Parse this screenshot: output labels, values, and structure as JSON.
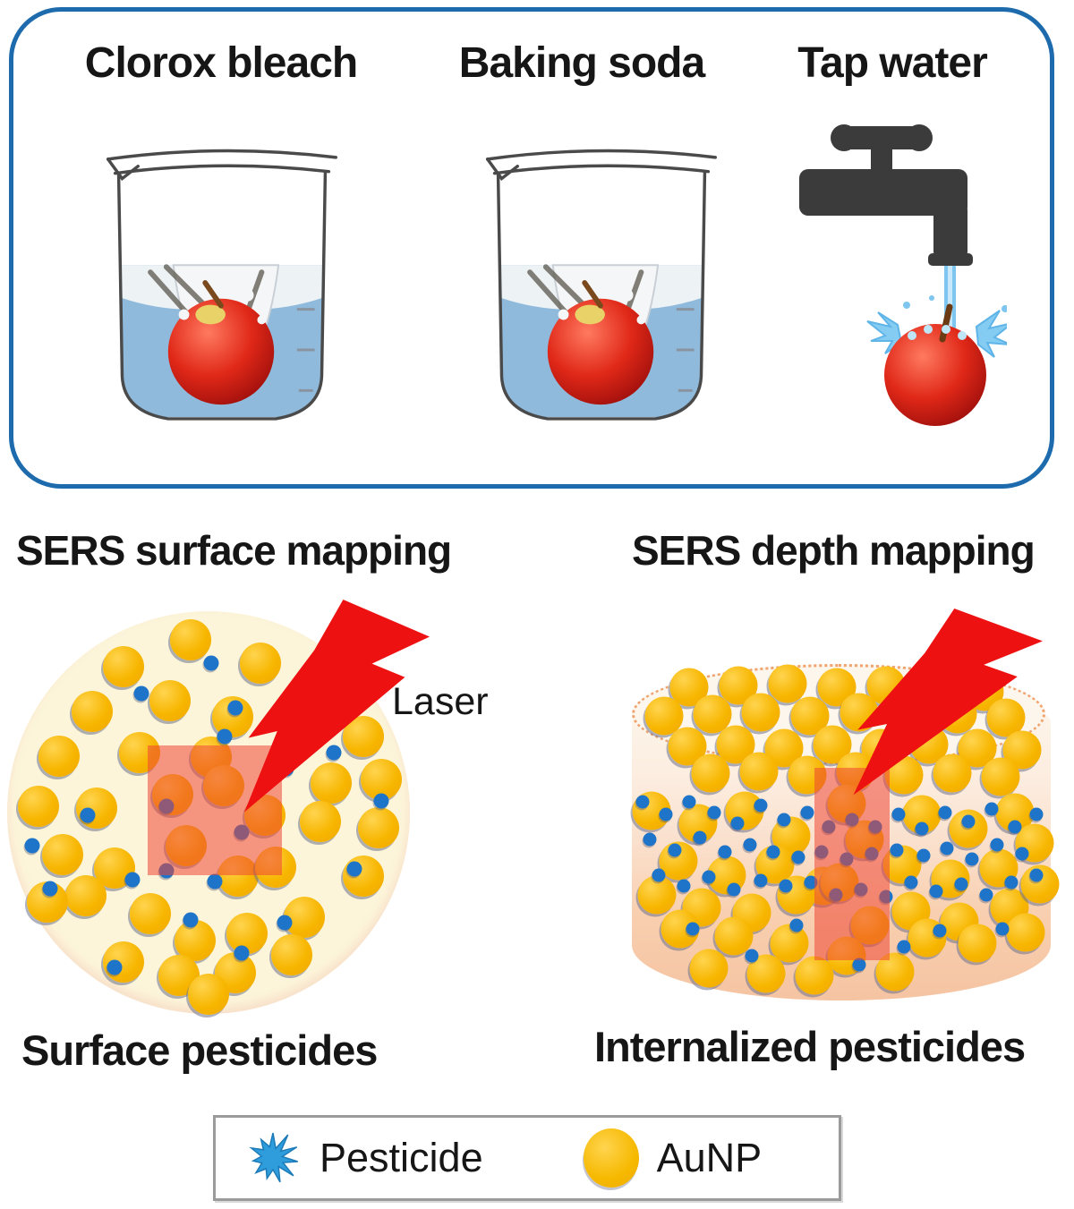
{
  "panel": {
    "methods": [
      {
        "label": "Clorox bleach"
      },
      {
        "label": "Baking soda"
      },
      {
        "label": "Tap water"
      }
    ]
  },
  "surface_section": {
    "title": "SERS surface mapping",
    "laser_label": "Laser",
    "caption": "Surface pesticides"
  },
  "depth_section": {
    "title": "SERS depth mapping",
    "caption": "Internalized pesticides"
  },
  "legend": {
    "pesticide_label": "Pesticide",
    "aunp_label": "AuNP"
  },
  "colors": {
    "panel_border": "#1D6BAD",
    "water_blue": "#8FBADC",
    "faucet_gray": "#3B3B3B",
    "splash_blue": "#7EC6F0",
    "apple_red": "#D42018",
    "aunp_gold": "#F7B600",
    "pesticide_blue": "#1E74C8",
    "laser_red": "#EE1111",
    "laser_zone_red": "rgba(238,68,52,0.54)",
    "surface_cream": "#FCF5DA",
    "apple_flesh_peach": "#F8CFAF"
  },
  "surface_figure": {
    "gold": [
      [
        205,
        32
      ],
      [
        130,
        62
      ],
      [
        283,
        58
      ],
      [
        355,
        88
      ],
      [
        95,
        112
      ],
      [
        182,
        100
      ],
      [
        252,
        118
      ],
      [
        330,
        135
      ],
      [
        398,
        140
      ],
      [
        58,
        162
      ],
      [
        148,
        158
      ],
      [
        228,
        163
      ],
      [
        362,
        192
      ],
      [
        418,
        188
      ],
      [
        35,
        218
      ],
      [
        100,
        220
      ],
      [
        350,
        235
      ],
      [
        415,
        242
      ],
      [
        62,
        272
      ],
      [
        120,
        287
      ],
      [
        88,
        318
      ],
      [
        45,
        325
      ],
      [
        160,
        338
      ],
      [
        332,
        342
      ],
      [
        398,
        296
      ],
      [
        210,
        368
      ],
      [
        268,
        360
      ],
      [
        130,
        392
      ],
      [
        192,
        407
      ],
      [
        255,
        404
      ],
      [
        318,
        384
      ],
      [
        225,
        428
      ],
      [
        185,
        205
      ],
      [
        242,
        195
      ],
      [
        288,
        228
      ],
      [
        200,
        262
      ],
      [
        258,
        296
      ],
      [
        300,
        286
      ]
    ],
    "blue": [
      [
        150,
        92
      ],
      [
        243,
        140
      ],
      [
        312,
        176
      ],
      [
        90,
        228
      ],
      [
        28,
        262
      ],
      [
        140,
        300
      ],
      [
        205,
        345
      ],
      [
        310,
        348
      ],
      [
        262,
        382
      ],
      [
        120,
        398
      ],
      [
        418,
        212
      ],
      [
        388,
        288
      ],
      [
        228,
        58
      ],
      [
        255,
        108
      ],
      [
        365,
        158
      ],
      [
        48,
        310
      ],
      [
        178,
        218
      ],
      [
        262,
        247
      ],
      [
        178,
        290
      ],
      [
        232,
        302
      ]
    ]
  },
  "depth_figure": {
    "gold": [
      [
        70,
        30
      ],
      [
        125,
        28
      ],
      [
        180,
        26
      ],
      [
        235,
        30
      ],
      [
        290,
        28
      ],
      [
        345,
        32
      ],
      [
        400,
        35
      ],
      [
        42,
        62
      ],
      [
        96,
        60
      ],
      [
        150,
        58
      ],
      [
        205,
        62
      ],
      [
        260,
        58
      ],
      [
        315,
        62
      ],
      [
        370,
        60
      ],
      [
        424,
        64
      ],
      [
        68,
        96
      ],
      [
        122,
        94
      ],
      [
        176,
        98
      ],
      [
        230,
        94
      ],
      [
        284,
        98
      ],
      [
        338,
        94
      ],
      [
        392,
        98
      ],
      [
        442,
        100
      ],
      [
        94,
        126
      ],
      [
        148,
        124
      ],
      [
        202,
        128
      ],
      [
        256,
        124
      ],
      [
        310,
        128
      ],
      [
        364,
        126
      ],
      [
        418,
        130
      ],
      [
        28,
        168
      ],
      [
        80,
        182
      ],
      [
        132,
        168
      ],
      [
        184,
        196
      ],
      [
        58,
        224
      ],
      [
        112,
        240
      ],
      [
        166,
        228
      ],
      [
        220,
        252
      ],
      [
        330,
        172
      ],
      [
        382,
        188
      ],
      [
        434,
        170
      ],
      [
        308,
        228
      ],
      [
        362,
        244
      ],
      [
        416,
        232
      ],
      [
        456,
        204
      ],
      [
        246,
        160
      ],
      [
        266,
        200
      ],
      [
        238,
        248
      ],
      [
        272,
        296
      ],
      [
        246,
        330
      ],
      [
        34,
        262
      ],
      [
        84,
        276
      ],
      [
        140,
        282
      ],
      [
        190,
        262
      ],
      [
        318,
        280
      ],
      [
        372,
        292
      ],
      [
        428,
        276
      ],
      [
        462,
        250
      ],
      [
        60,
        300
      ],
      [
        120,
        308
      ],
      [
        182,
        316
      ],
      [
        336,
        310
      ],
      [
        392,
        316
      ],
      [
        446,
        304
      ],
      [
        92,
        344
      ],
      [
        156,
        350
      ],
      [
        210,
        352
      ],
      [
        300,
        348
      ]
    ],
    "blue": [
      [
        18,
        158
      ],
      [
        44,
        172
      ],
      [
        70,
        158
      ],
      [
        98,
        170
      ],
      [
        124,
        182
      ],
      [
        150,
        162
      ],
      [
        176,
        178
      ],
      [
        202,
        170
      ],
      [
        226,
        186
      ],
      [
        252,
        178
      ],
      [
        278,
        186
      ],
      [
        304,
        172
      ],
      [
        330,
        188
      ],
      [
        356,
        170
      ],
      [
        382,
        180
      ],
      [
        408,
        166
      ],
      [
        434,
        186
      ],
      [
        458,
        172
      ],
      [
        26,
        200
      ],
      [
        54,
        212
      ],
      [
        82,
        198
      ],
      [
        110,
        214
      ],
      [
        138,
        206
      ],
      [
        164,
        214
      ],
      [
        192,
        220
      ],
      [
        218,
        214
      ],
      [
        246,
        222
      ],
      [
        274,
        216
      ],
      [
        302,
        212
      ],
      [
        332,
        218
      ],
      [
        358,
        210
      ],
      [
        386,
        222
      ],
      [
        414,
        206
      ],
      [
        442,
        216
      ],
      [
        36,
        240
      ],
      [
        64,
        252
      ],
      [
        92,
        242
      ],
      [
        120,
        256
      ],
      [
        150,
        246
      ],
      [
        178,
        252
      ],
      [
        206,
        248
      ],
      [
        234,
        262
      ],
      [
        262,
        256
      ],
      [
        290,
        264
      ],
      [
        318,
        248
      ],
      [
        346,
        258
      ],
      [
        374,
        250
      ],
      [
        402,
        262
      ],
      [
        430,
        248
      ],
      [
        458,
        240
      ],
      [
        74,
        300
      ],
      [
        190,
        296
      ],
      [
        350,
        302
      ],
      [
        420,
        300
      ],
      [
        140,
        330
      ],
      [
        260,
        340
      ],
      [
        310,
        320
      ]
    ]
  }
}
